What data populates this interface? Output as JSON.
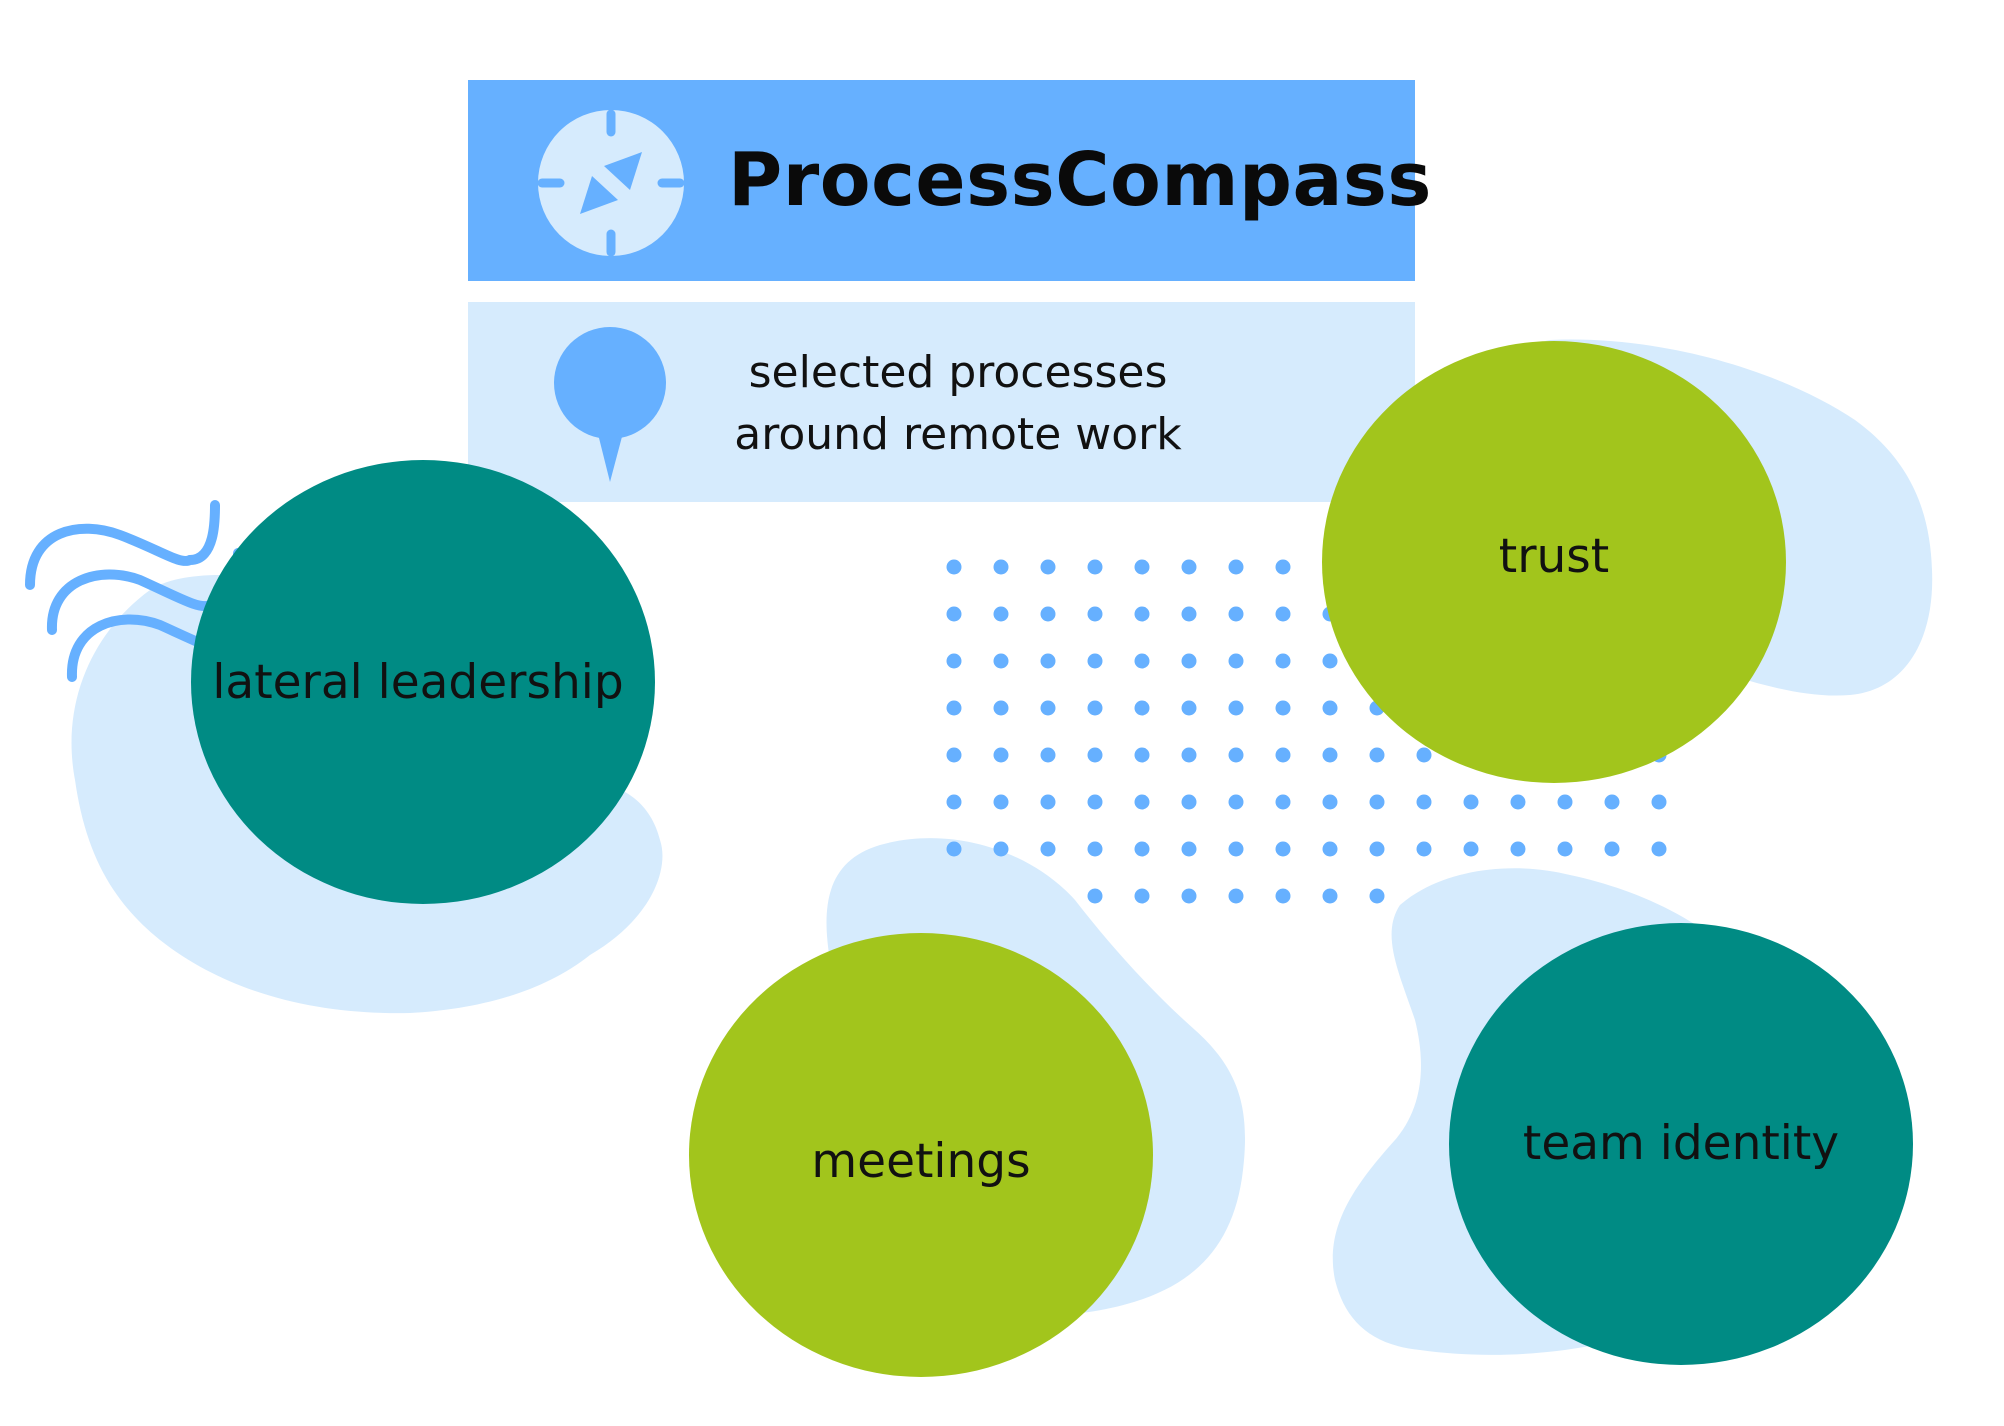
{
  "header": {
    "title": "ProcessCompass",
    "icon": "compass-icon"
  },
  "subheader": {
    "line1": "selected processes",
    "line2": "around remote work",
    "icon": "map-pin-icon"
  },
  "nodes": [
    {
      "label": "lateral leadership",
      "color": "#008b84"
    },
    {
      "label": "trust",
      "color": "#a2c51c"
    },
    {
      "label": "meetings",
      "color": "#a2c51c"
    },
    {
      "label": "team identity",
      "color": "#008b84"
    }
  ],
  "colors": {
    "accent_blue": "#66b0ff",
    "light_blue": "#d6ebfd",
    "teal": "#008b84",
    "lime": "#a2c51c"
  }
}
